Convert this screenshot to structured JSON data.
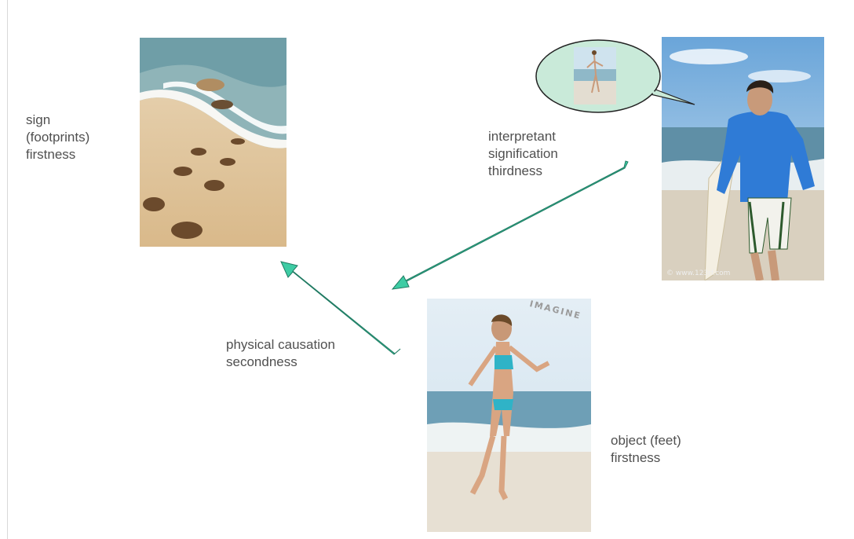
{
  "sign": {
    "label": "sign\n(footprints)\nfirstness",
    "image": "footprints-in-sand"
  },
  "interpretant": {
    "label": "interpretant\nsignification\nthirdness",
    "image": "surfer-man-with-board"
  },
  "object": {
    "label": "object (feet)\nfirstness",
    "image": "girl-walking-on-beach"
  },
  "causation": {
    "label": "physical  causation\nsecondness"
  },
  "watermarks": {
    "object_photo": "IMAGINE",
    "interpretant_photo": "© www.123rf.com"
  },
  "colors": {
    "arrow_fill": "#3ecca4",
    "arrow_stroke": "#1f7a62",
    "bubble_fill": "#c9ead9",
    "bubble_stroke": "#222222"
  }
}
